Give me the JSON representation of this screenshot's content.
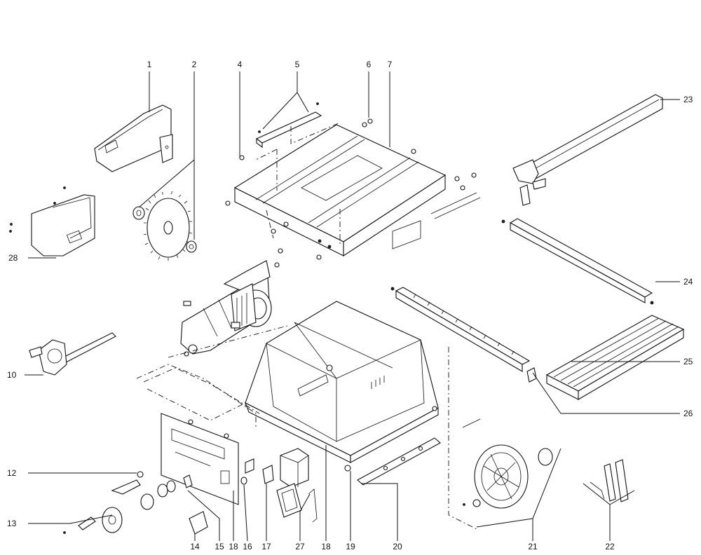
{
  "callouts": {
    "c1": "1",
    "c2": "2",
    "c4": "4",
    "c5": "5",
    "c6": "6",
    "c7": "7",
    "c10": "10",
    "c12": "12",
    "c13": "13",
    "c14": "14",
    "c15": "15",
    "c16": "16",
    "c17": "17",
    "c18a": "18",
    "c18b": "18",
    "c19": "19",
    "c20": "20",
    "c21": "21",
    "c22": "22",
    "c23": "23",
    "c24": "24",
    "c25": "25",
    "c26": "26",
    "c27": "27",
    "c28": "28"
  }
}
